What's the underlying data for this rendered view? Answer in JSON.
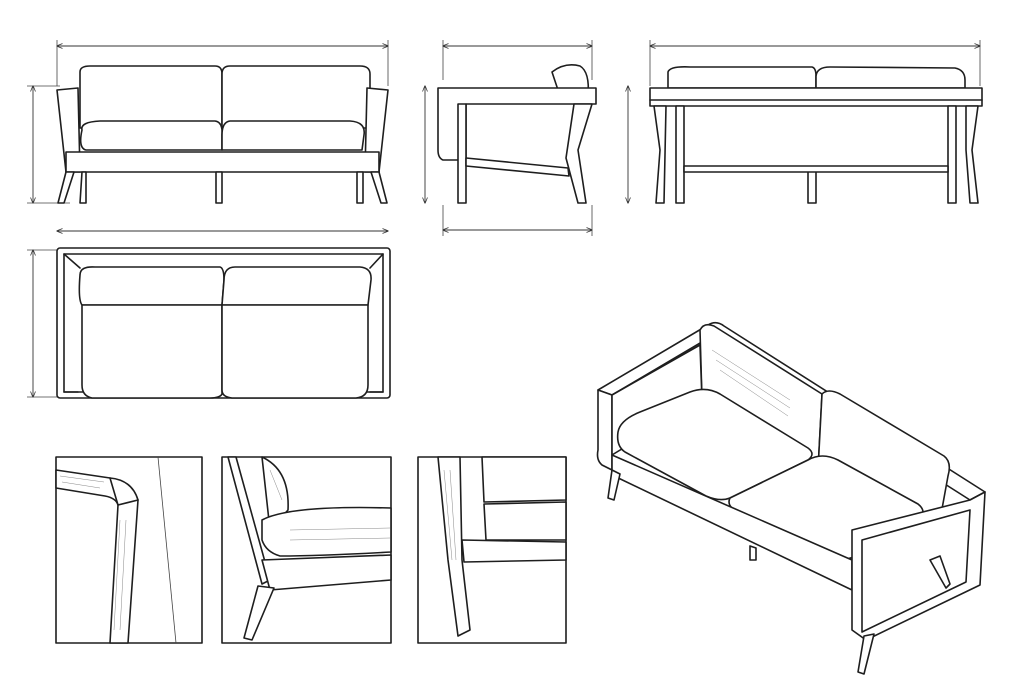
{
  "colors": {
    "line": "#1e1e1e",
    "background": "#ffffff",
    "dimension": "#333333"
  },
  "views": [
    "front-view",
    "side-view",
    "back-view",
    "top-view",
    "isometric-view",
    "detail-arm-corner",
    "detail-seat-joint",
    "detail-leg-joint"
  ]
}
